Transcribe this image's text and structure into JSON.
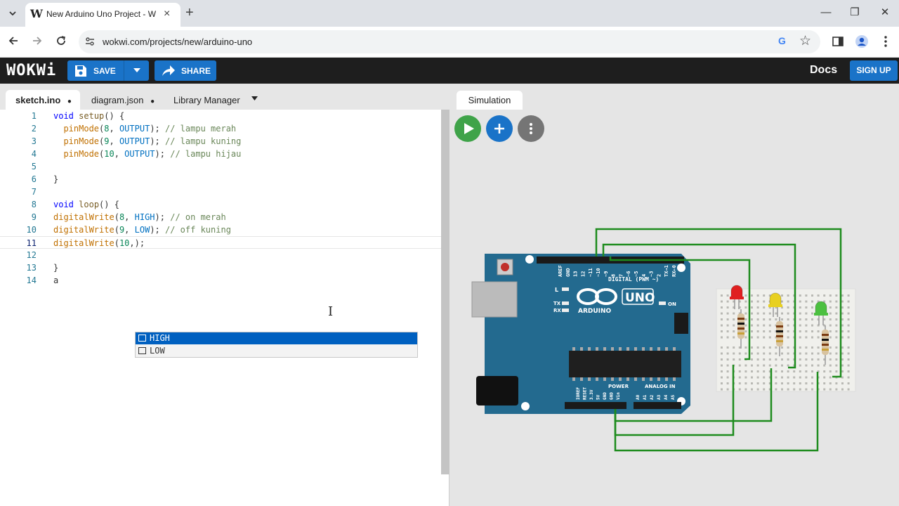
{
  "browser": {
    "tab_title": "New Arduino Uno Project - W",
    "favicon": "W",
    "tab_close": "×",
    "new_tab": "+",
    "url": "wokwi.com/projects/new/arduino-uno",
    "google_icon": "G",
    "star_icon": "☆",
    "window_controls": [
      "—",
      "❐",
      "✕"
    ]
  },
  "wokwi": {
    "logo": "WOKWi",
    "save_label": "SAVE",
    "share_label": "SHARE",
    "docs_label": "Docs",
    "signup_label": "SIGN UP"
  },
  "editor": {
    "tabs": [
      {
        "label": "sketch.ino",
        "dot": "●"
      },
      {
        "label": "diagram.json",
        "dot": "●"
      },
      {
        "label": "Library Manager"
      }
    ],
    "lines": [
      {
        "n": "1",
        "t": "void setup() {"
      },
      {
        "n": "2",
        "t": "  pinMode(8, OUTPUT); // lampu merah"
      },
      {
        "n": "3",
        "t": "  pinMode(9, OUTPUT); // lampu kuning"
      },
      {
        "n": "4",
        "t": "  pinMode(10, OUTPUT); // lampu hijau"
      },
      {
        "n": "5",
        "t": ""
      },
      {
        "n": "6",
        "t": "}"
      },
      {
        "n": "7",
        "t": ""
      },
      {
        "n": "8",
        "t": "void loop() {"
      },
      {
        "n": "9",
        "t": "digitalWrite(8, HIGH); // on merah"
      },
      {
        "n": "10",
        "t": "digitalWrite(9, LOW); // off kuning"
      },
      {
        "n": "11",
        "t": "digitalWrite(10,);"
      },
      {
        "n": "12",
        "t": ""
      },
      {
        "n": "13",
        "t": "}"
      },
      {
        "n": "14",
        "t": "a"
      }
    ],
    "current_line": "11",
    "suggestions": [
      "HIGH",
      "LOW"
    ]
  },
  "simulation": {
    "tab_label": "Simulation",
    "board": {
      "brand": "ARDUINO",
      "model": "UNO",
      "digital_label": "DIGITAL (PWM ~)",
      "power_label": "POWER",
      "analog_label": "ANALOG IN",
      "on_label": "ON",
      "tx_label": "TX",
      "rx_label": "RX",
      "l_label": "L",
      "digital_pins": [
        "AREF",
        "GND",
        "13",
        "12",
        "~11",
        "~10",
        "~9",
        "8",
        "7",
        "~6",
        "~5",
        "4",
        "~3",
        "2",
        "TX→1",
        "RX←0"
      ],
      "power_pins": [
        "IOREF",
        "RESET",
        "3.3V",
        "5V",
        "GND",
        "GND",
        "Vin"
      ],
      "analog_pins": [
        "A0",
        "A1",
        "A2",
        "A3",
        "A4",
        "A5"
      ]
    },
    "leds": [
      {
        "name": "red",
        "color": "#e02020"
      },
      {
        "name": "yellow",
        "color": "#e8d020"
      },
      {
        "name": "green",
        "color": "#4cc040"
      }
    ],
    "wire_color": "#1e8c1e"
  }
}
